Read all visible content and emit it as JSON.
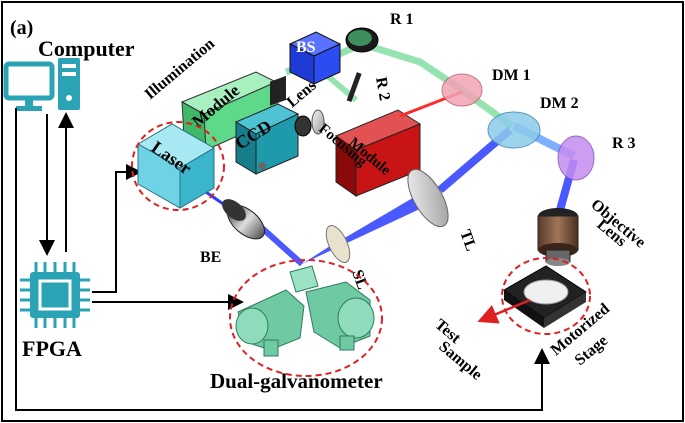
{
  "panel_label": "(a)",
  "labels": {
    "computer": "Computer",
    "fpga": "FPGA",
    "illumination_module_1": "Illumination",
    "illumination_module_2": "Module",
    "bs": "BS",
    "r1": "R 1",
    "r2": "R 2",
    "r3": "R 3",
    "lens": "Lens",
    "ccd": "CCD",
    "dm1": "DM 1",
    "dm2": "DM 2",
    "laser": "Laser",
    "focusing_module_1": "Focusing",
    "focusing_module_2": "Module",
    "be": "BE",
    "sl": "SL",
    "tl": "TL",
    "objective_lens_1": "Objective",
    "objective_lens_2": "Lens",
    "test_sample_1": "Test",
    "test_sample_2": "Sample",
    "motorized_stage_1": "Motorized",
    "motorized_stage_2": "Stage",
    "dual_galvanometer": "Dual-galvanometer"
  },
  "colors": {
    "computer": "#2aa3b5",
    "illumination": "#5ed98a",
    "bs": "#1f3bd6",
    "ccd": "#1e9aab",
    "laser": "#6fd3e6",
    "focusing": "#c81414",
    "galvo": "#6fc9a3",
    "beam_blue": "#2b3dff",
    "beam_green": "#8be0a8",
    "beam_red": "#ff2a2a",
    "dm1": "#f2a3b3",
    "dm2": "#8ccbea",
    "r3": "#c58cf0",
    "circle": "#e02020",
    "arrow_red": "#e02020"
  }
}
